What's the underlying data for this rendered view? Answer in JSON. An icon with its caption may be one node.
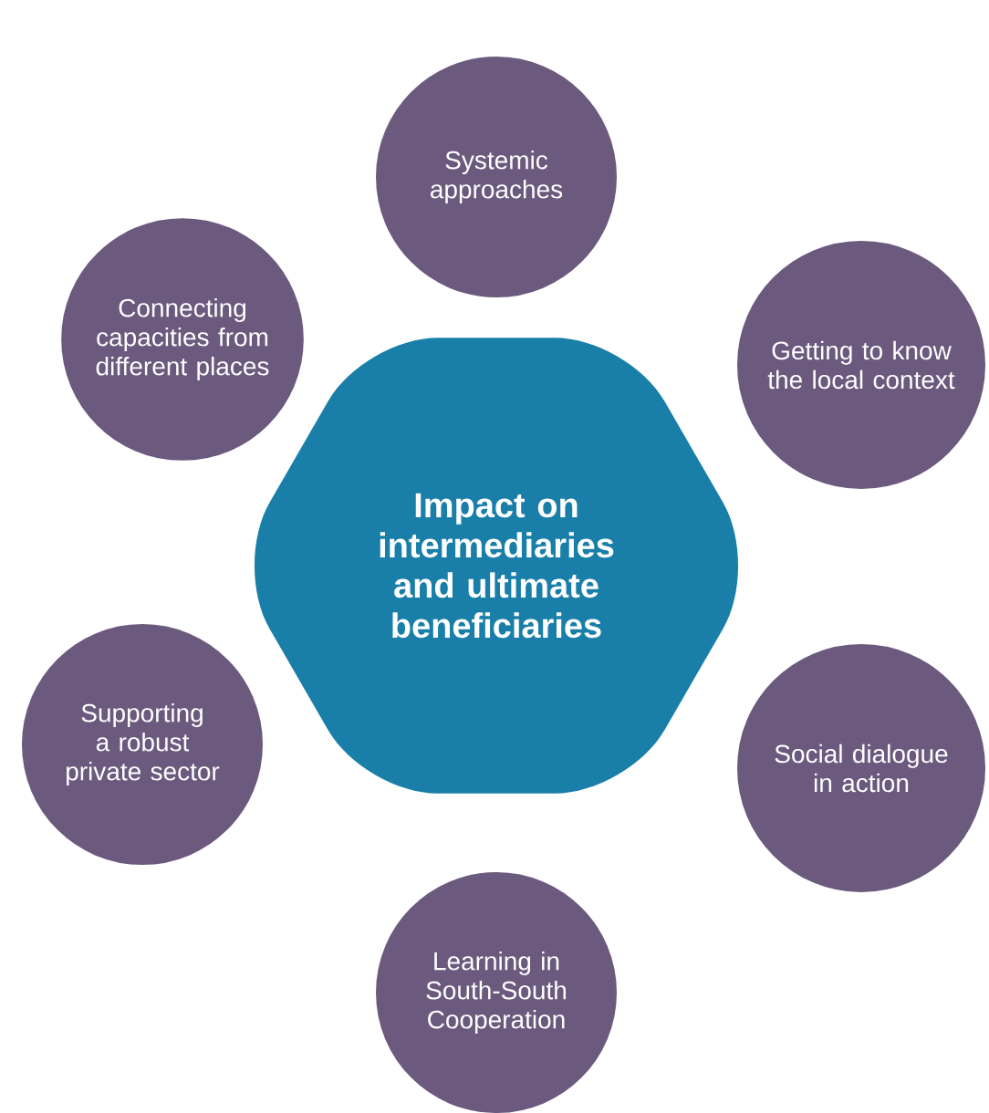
{
  "diagram": {
    "nodes": [
      {
        "text": [
          "Impact on intermediaries and ultimate beneficiaries"
        ]
      },
      {
        "text": [
          "Systemic approaches"
        ]
      },
      {
        "text": [
          "Connecting capacities from different places"
        ]
      },
      {
        "text": [
          "Getting to know the local context"
        ]
      },
      {
        "text": [
          "Supporting a robust private sector"
        ]
      },
      {
        "text": [
          "Social dialogue in action"
        ]
      },
      {
        "text": [
          "Learning in South-South Cooperation"
        ]
      }
    ]
  }
}
